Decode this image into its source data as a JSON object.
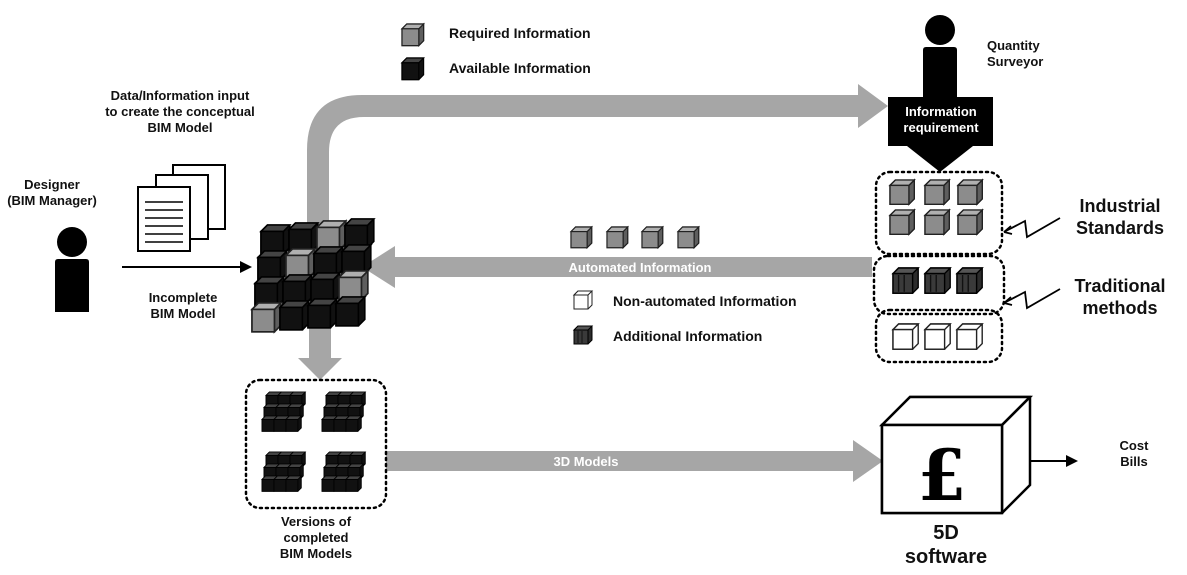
{
  "legend": {
    "required": "Required Information",
    "available": "Available Information",
    "non_automated": "Non-automated Information",
    "additional": "Additional Information"
  },
  "labels": {
    "data_input": "Data/Information input\nto create the conceptual\nBIM Model",
    "designer": "Designer\n(BIM Manager)",
    "incomplete_model": "Incomplete\nBIM Model",
    "versions": "Versions of\ncompleted\nBIM Models",
    "quantity_surveyor": "Quantity\nSurveyor",
    "information_requirement": "Information\nrequirement",
    "industrial_standards": "Industrial\nStandards",
    "traditional_methods": "Traditional\nmethods",
    "automated_information": "Automated Information",
    "models_3d": "3D Models",
    "software_5d": "5D\nsoftware",
    "cost_bills": "Cost\nBills",
    "currency_symbol": "£"
  },
  "colors": {
    "arrow_grey": "#a6a6a6",
    "required_grey": "#8c8c8c",
    "available_black": "#111111",
    "additional_dark": "#3a3a3a",
    "non_automated_white": "#ffffff"
  },
  "icons": {
    "person": "person-icon",
    "documents": "document-stack-icon",
    "cube": "cube-icon",
    "pound": "pound-icon"
  }
}
